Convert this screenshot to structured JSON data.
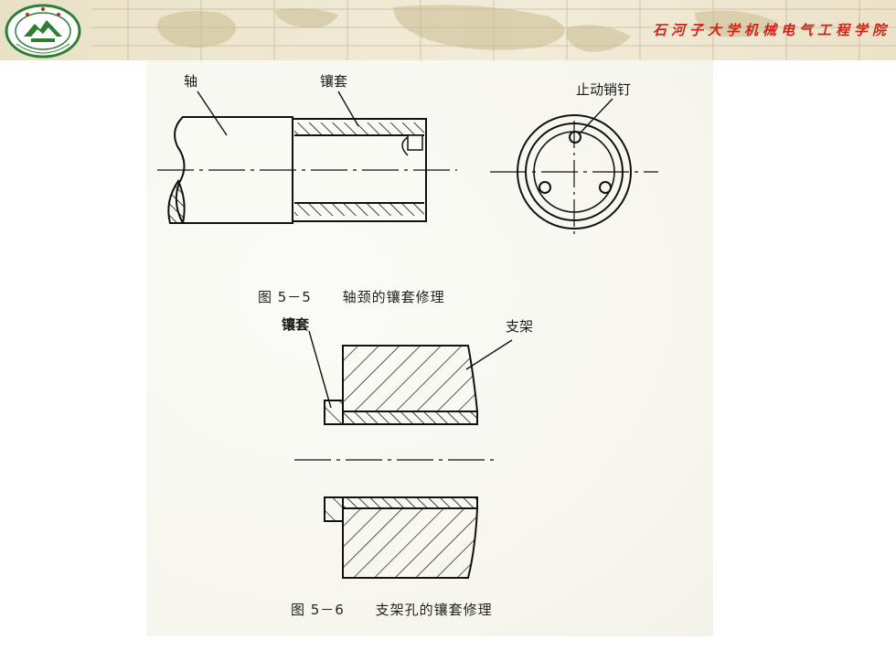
{
  "header": {
    "org_name": "石河子大学机械电气工程学院",
    "logo_icon": "university-seal-icon",
    "accent_color": "#d02418"
  },
  "figure_top": {
    "label_shaft": "轴",
    "label_sleeve": "镶套",
    "label_pin": "止动销钉",
    "caption_number": "图 5－5",
    "caption_text": "轴颈的镶套修理"
  },
  "figure_bottom": {
    "label_sleeve": "镶套",
    "label_bracket": "支架",
    "caption_number": "图 5－6",
    "caption_text": "支架孔的镶套修理"
  }
}
